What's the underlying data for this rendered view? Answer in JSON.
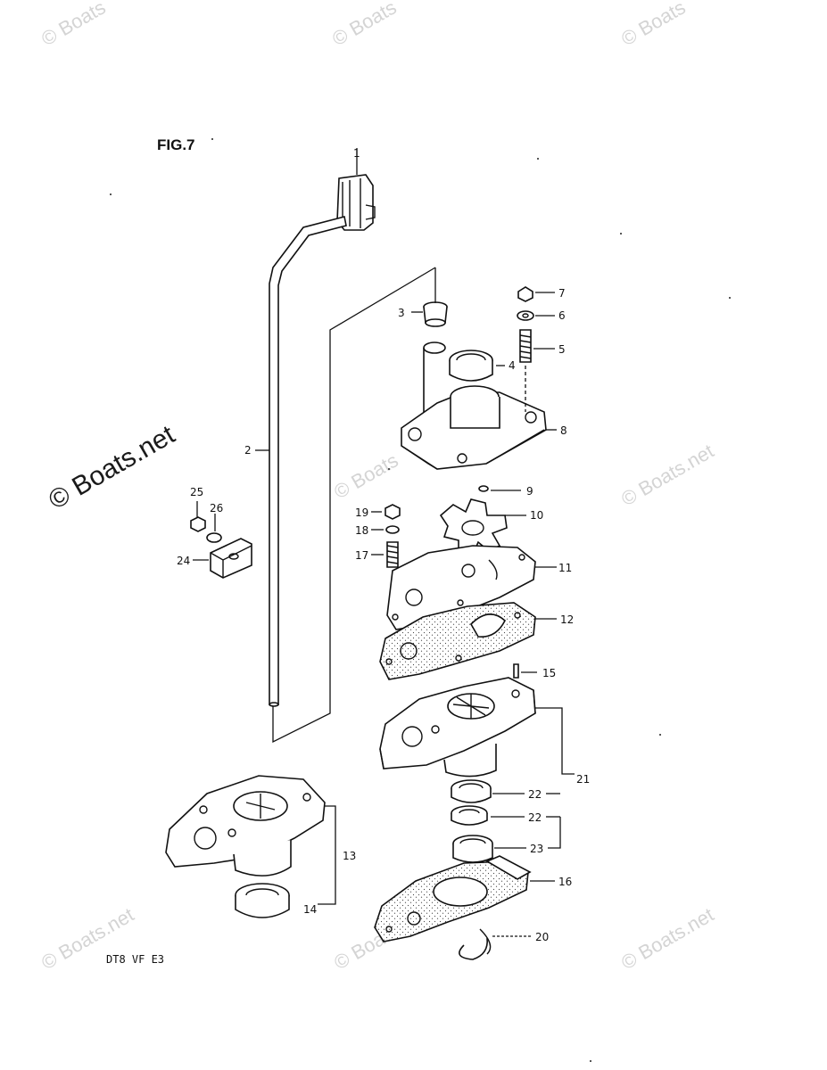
{
  "figure": {
    "title": "FIG.7",
    "code": "DT8 VF E3"
  },
  "watermark": {
    "text": "© Boats.net",
    "short": "© Boats"
  },
  "callouts": [
    {
      "id": "1",
      "text": "1"
    },
    {
      "id": "2",
      "text": "2"
    },
    {
      "id": "3",
      "text": "3"
    },
    {
      "id": "4",
      "text": "4"
    },
    {
      "id": "5",
      "text": "5"
    },
    {
      "id": "6",
      "text": "6"
    },
    {
      "id": "7",
      "text": "7"
    },
    {
      "id": "8",
      "text": "8"
    },
    {
      "id": "9",
      "text": "9"
    },
    {
      "id": "10",
      "text": "10"
    },
    {
      "id": "11",
      "text": "11"
    },
    {
      "id": "12",
      "text": "12"
    },
    {
      "id": "13",
      "text": "13"
    },
    {
      "id": "14",
      "text": "14"
    },
    {
      "id": "15",
      "text": "15"
    },
    {
      "id": "16",
      "text": "16"
    },
    {
      "id": "17",
      "text": "17"
    },
    {
      "id": "18",
      "text": "18"
    },
    {
      "id": "19",
      "text": "19"
    },
    {
      "id": "20",
      "text": "20"
    },
    {
      "id": "21",
      "text": "21"
    },
    {
      "id": "22a",
      "text": "22"
    },
    {
      "id": "22b",
      "text": "22"
    },
    {
      "id": "23",
      "text": "23"
    },
    {
      "id": "24",
      "text": "24"
    },
    {
      "id": "25",
      "text": "25"
    },
    {
      "id": "26",
      "text": "26"
    }
  ]
}
